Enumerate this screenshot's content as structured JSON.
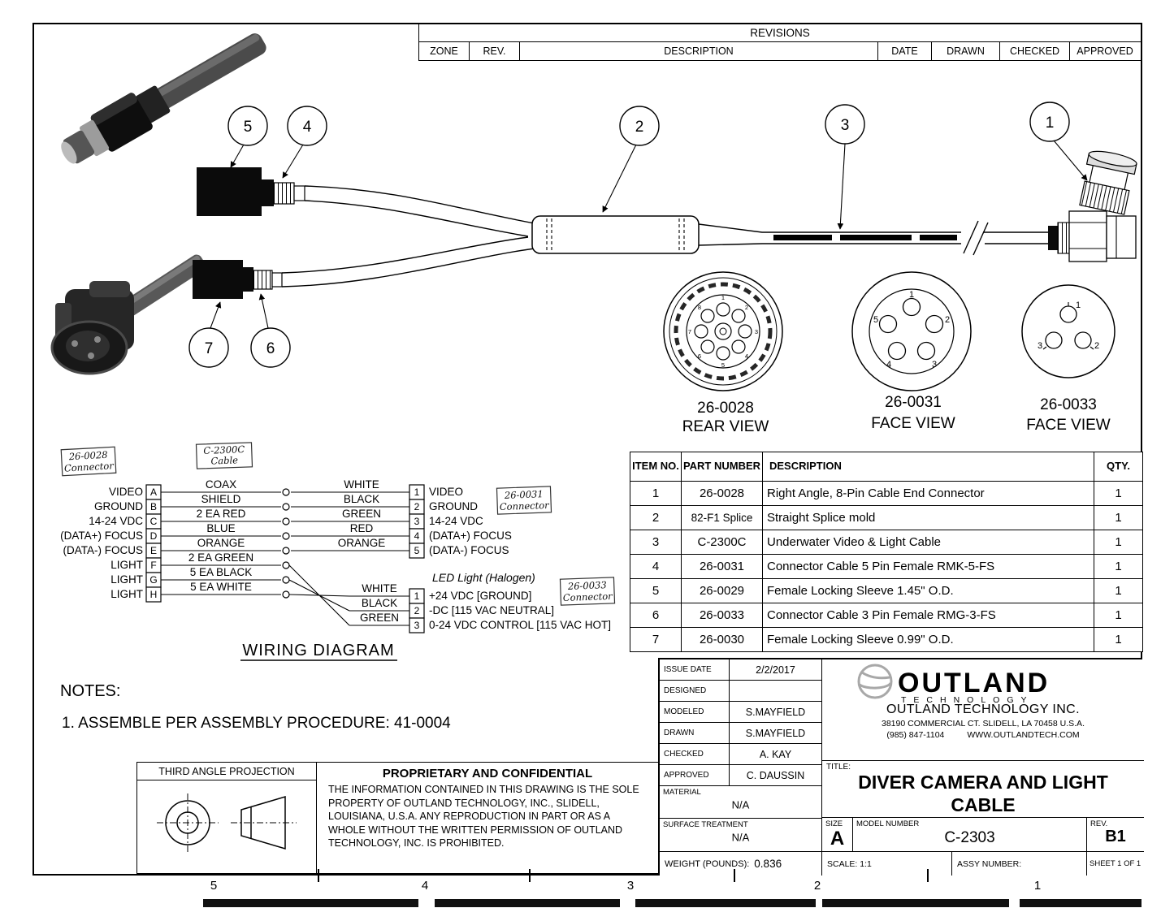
{
  "sheet": {
    "border_ticks": [
      "5",
      "4",
      "3",
      "2",
      "1"
    ]
  },
  "revisions": {
    "title": "REVISIONS",
    "columns": [
      "ZONE",
      "REV.",
      "DESCRIPTION",
      "DATE",
      "DRAWN",
      "CHECKED",
      "APPROVED"
    ]
  },
  "callouts": [
    "1",
    "2",
    "3",
    "4",
    "5",
    "6",
    "7"
  ],
  "views": {
    "v28": {
      "part": "26-0028",
      "view": "REAR VIEW",
      "pins": [
        "1",
        "2",
        "3",
        "4",
        "5",
        "6",
        "7",
        "8"
      ]
    },
    "v31": {
      "part": "26-0031",
      "view": "FACE VIEW",
      "pins": [
        "1",
        "2",
        "3",
        "4",
        "5"
      ]
    },
    "v33": {
      "part": "26-0033",
      "view": "FACE VIEW",
      "pins": [
        "1",
        "2",
        "3"
      ]
    }
  },
  "wiring": {
    "title": "WIRING DIAGRAM",
    "stamp_connector28": {
      "line1": "26-0028",
      "line2": "Connector"
    },
    "stamp_cable": {
      "line1": "C-2300C",
      "line2": "Cable"
    },
    "stamp_connector31": {
      "line1": "26-0031",
      "line2": "Connector"
    },
    "stamp_connector33": {
      "line1": "26-0033",
      "line2": "Connector"
    },
    "rows": [
      {
        "signal": "VIDEO",
        "pin": "A",
        "wire": "COAX",
        "color": "WHITE",
        "rpin": "1",
        "rsignal": "VIDEO"
      },
      {
        "signal": "GROUND",
        "pin": "B",
        "wire": "SHIELD",
        "color": "BLACK",
        "rpin": "2",
        "rsignal": "GROUND"
      },
      {
        "signal": "14-24 VDC",
        "pin": "C",
        "wire": "2 EA RED",
        "color": "GREEN",
        "rpin": "3",
        "rsignal": "14-24 VDC"
      },
      {
        "signal": "(DATA+) FOCUS",
        "pin": "D",
        "wire": "BLUE",
        "color": "RED",
        "rpin": "4",
        "rsignal": "(DATA+) FOCUS"
      },
      {
        "signal": "(DATA-) FOCUS",
        "pin": "E",
        "wire": "ORANGE",
        "color": "ORANGE",
        "rpin": "5",
        "rsignal": "(DATA-) FOCUS"
      },
      {
        "signal": "LIGHT",
        "pin": "F",
        "wire": "2 EA GREEN"
      },
      {
        "signal": "LIGHT",
        "pin": "G",
        "wire": "5 EA BLACK"
      },
      {
        "signal": "LIGHT",
        "pin": "H",
        "wire": "5 EA WHITE"
      }
    ],
    "led": {
      "label": "LED Light (Halogen)",
      "rows": [
        {
          "color": "WHITE",
          "pin": "1",
          "desc": "+24 VDC [GROUND]"
        },
        {
          "color": "BLACK",
          "pin": "2",
          "desc": "-DC [115 VAC NEUTRAL]"
        },
        {
          "color": "GREEN",
          "pin": "3",
          "desc": "0-24 VDC CONTROL [115 VAC HOT]"
        }
      ]
    }
  },
  "parts": {
    "headers": {
      "item": "ITEM NO.",
      "part": "PART NUMBER",
      "desc": "DESCRIPTION",
      "qty": "QTY."
    },
    "rows": [
      {
        "item": "1",
        "part": "26-0028",
        "desc": "Right Angle, 8-Pin Cable End Connector",
        "qty": "1"
      },
      {
        "item": "2",
        "part": "82-F1 Splice",
        "desc": "Straight Splice mold",
        "qty": "1"
      },
      {
        "item": "3",
        "part": "C-2300C",
        "desc": "Underwater Video & Light Cable",
        "qty": "1"
      },
      {
        "item": "4",
        "part": "26-0031",
        "desc": "Connector Cable 5 Pin Female RMK-5-FS",
        "qty": "1"
      },
      {
        "item": "5",
        "part": "26-0029",
        "desc": "Female Locking Sleeve 1.45\" O.D.",
        "qty": "1"
      },
      {
        "item": "6",
        "part": "26-0033",
        "desc": "Connector Cable 3 Pin Female RMG-3-FS",
        "qty": "1"
      },
      {
        "item": "7",
        "part": "26-0030",
        "desc": "Female Locking Sleeve 0.99\" O.D.",
        "qty": "1"
      }
    ]
  },
  "notes": {
    "heading": "NOTES:",
    "note1": "1.  ASSEMBLE PER ASSEMBLY PROCEDURE: 41-0004"
  },
  "projection": {
    "label": "THIRD ANGLE PROJECTION"
  },
  "proprietary": {
    "title": "PROPRIETARY AND CONFIDENTIAL",
    "body": "THE INFORMATION CONTAINED IN THIS DRAWING IS THE SOLE PROPERTY OF OUTLAND TECHNOLOGY, INC., SLIDELL, LOUISIANA, U.S.A.  ANY REPRODUCTION IN PART OR AS A WHOLE WITHOUT THE WRITTEN PERMISSION OF OUTLAND TECHNOLOGY, INC. IS PROHIBITED."
  },
  "title_block": {
    "issue_date_label": "ISSUE DATE",
    "issue_date": "2/2/2017",
    "designed_label": "DESIGNED",
    "designed": "",
    "modeled_label": "MODELED",
    "modeled": "S.MAYFIELD",
    "drawn_label": "DRAWN",
    "drawn": "S.MAYFIELD",
    "checked_label": "CHECKED",
    "checked": "A. KAY",
    "approved_label": "APPROVED",
    "approved": "C. DAUSSIN",
    "material_label": "MATERIAL",
    "material": "N/A",
    "surface_label": "SURFACE TREATMENT",
    "surface": "N/A",
    "weight_label": "WEIGHT (POUNDS):",
    "weight": "0.836",
    "company": {
      "logo_text": "OUTLAND",
      "logo_sub": "TECHNOLOGY",
      "name": "OUTLAND TECHNOLOGY INC.",
      "address": "38190 COMMERCIAL CT.  SLIDELL, LA 70458 U.S.A.",
      "phone": "(985) 847-1104",
      "web": "WWW.OUTLANDTECH.COM"
    },
    "title_label": "TITLE:",
    "title_line1": "DIVER CAMERA AND LIGHT",
    "title_line2": "CABLE",
    "size_label": "SIZE",
    "size": "A",
    "model_label": "MODEL  NUMBER",
    "model": "C-2303",
    "rev_label": "REV.",
    "rev": "B1",
    "scale": "SCALE: 1:1",
    "assy": "ASSY NUMBER:",
    "sheet": "SHEET 1 OF 1"
  }
}
